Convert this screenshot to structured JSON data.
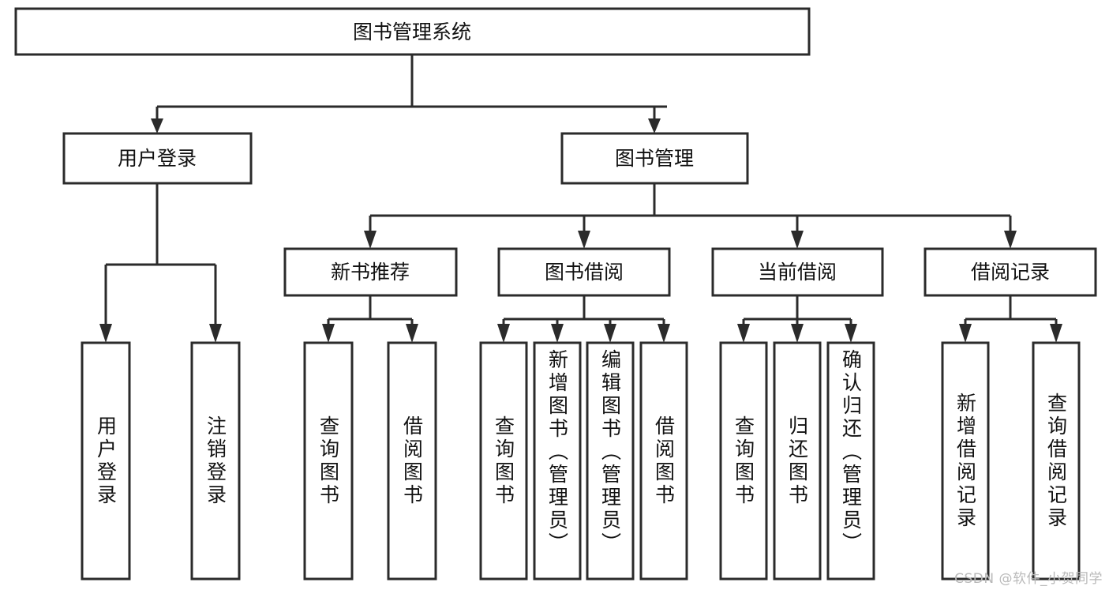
{
  "diagram": {
    "type": "tree-hierarchy-chart",
    "title": "图书管理系统",
    "orientation": "top-down",
    "colors": {
      "stroke": "#2b2b2b",
      "fill": "#ffffff",
      "text": "#111111",
      "watermark": "#b9b9b9",
      "background": "#ffffff"
    },
    "root": {
      "label": "图书管理系统"
    },
    "level2": [
      {
        "label": "用户登录"
      },
      {
        "label": "图书管理"
      }
    ],
    "level3": [
      {
        "label": "新书推荐"
      },
      {
        "label": "图书借阅"
      },
      {
        "label": "当前借阅"
      },
      {
        "label": "借阅记录"
      }
    ],
    "leaves": {
      "user_login": [
        {
          "label": "用户登录"
        },
        {
          "label": "注销登录"
        }
      ],
      "new_book_recommend": [
        {
          "label": "查询图书"
        },
        {
          "label": "借阅图书"
        }
      ],
      "book_borrow": [
        {
          "label": "查询图书"
        },
        {
          "label": "新增图书（管理员）"
        },
        {
          "label": "编辑图书（管理员）"
        },
        {
          "label": "借阅图书"
        }
      ],
      "current_borrow": [
        {
          "label": "查询图书"
        },
        {
          "label": "归还图书"
        },
        {
          "label": "确认归还（管理员）"
        }
      ],
      "borrow_record": [
        {
          "label": "新增借阅记录"
        },
        {
          "label": "查询借阅记录"
        }
      ]
    }
  },
  "watermark": {
    "text": "CSDN @软件_小贺同学"
  }
}
